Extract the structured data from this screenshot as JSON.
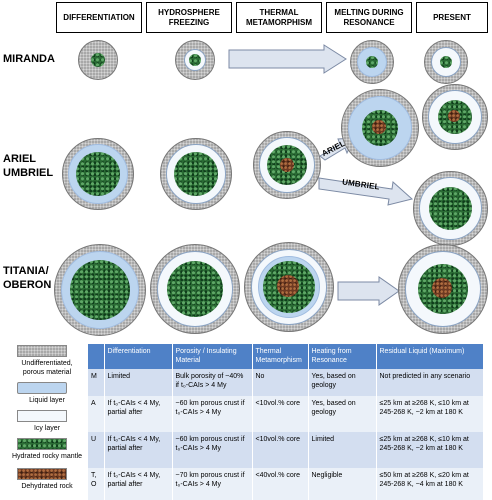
{
  "headers": [
    "DIFFERENTIATION",
    "HYDROSPHERE\nFREEZING",
    "THERMAL\nMETAMORPHISM",
    "MELTING DURING\nRESONANCE",
    "PRESENT"
  ],
  "rows": {
    "miranda": "MIRANDA",
    "ariel_umbriel": "ARIEL\nUMBRIEL",
    "titania_oberon": "TITANIA/\nOBERON"
  },
  "arrow_labels": {
    "ariel": "ARIEL",
    "umbriel": "UMBRIEL"
  },
  "colors": {
    "porous": "#b5b5b5",
    "liquid": "#bcd5ef",
    "icy": "#f4f8fc",
    "hydrated_rock": "#2a6b34",
    "dehydrated_rock": "#6e3a22",
    "table_header": "#4f81c7",
    "arrow_fill": "#dde4ef",
    "arrow_stroke": "#7c8aa4"
  },
  "legend": [
    {
      "label": "Undifferentiated,\nporous material",
      "icon": "porous-swatch"
    },
    {
      "label": "Liquid layer",
      "icon": "liquid-swatch"
    },
    {
      "label": "Icy layer",
      "icon": "icy-swatch"
    },
    {
      "label": "Hydrated rocky mantle",
      "icon": "hydrated-rock-swatch"
    },
    {
      "label": "Dehydrated rock",
      "icon": "dehydrated-rock-swatch"
    }
  ],
  "table": {
    "columns": [
      "",
      "Differentiation",
      "Porosity / Insulating Material",
      "Thermal Metamorphism",
      "Heating from Resonance",
      "Residual Liquid (Maximum)"
    ],
    "rows": [
      {
        "moon": "M",
        "diff": "Limited",
        "porosity": "Bulk porosity of ~40% if t₀-CAIs > 4 My",
        "meta": "No",
        "heat": "Yes, based on geology",
        "liquid": "Not predicted in any scenario"
      },
      {
        "moon": "A",
        "diff": "If t₀-CAIs < 4 My, partial after",
        "porosity": "~60 km porous crust if t₀-CAIs > 4 My",
        "meta": "<10vol.% core",
        "heat": "Yes, based on geology",
        "liquid": "≤25 km at ≥268 K, ≤10 km at 245-268 K, ~2 km at 180 K"
      },
      {
        "moon": "U",
        "diff": "If t₀-CAIs < 4 My, partial after",
        "porosity": "~60 km porous crust if t₀-CAIs > 4 My",
        "meta": "<10vol.% core",
        "heat": "Limited",
        "liquid": "≤25 km at ≥268 K, ≤10 km at 245-268 K, ~2 km at 180 K"
      },
      {
        "moon": "T, O",
        "diff": "If t₀-CAIs < 4 My, partial after",
        "porosity": "~70 km porous crust if t₀-CAIs > 4 My",
        "meta": "<40vol.% core",
        "heat": "Negligible",
        "liquid": "≤50 km at ≥268 K, ≤20 km at 245-268 K, ~4 km at 180 K"
      }
    ]
  }
}
